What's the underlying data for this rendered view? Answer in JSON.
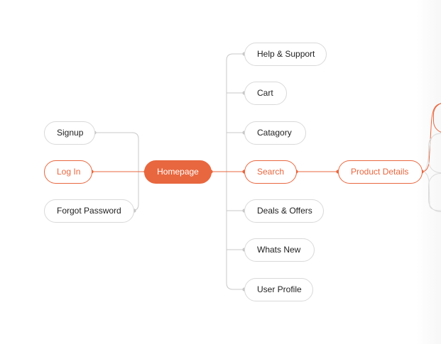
{
  "colors": {
    "accent": "#e8673f",
    "node_border": "#d9d9d9",
    "connector": "#c8c8c8",
    "text": "#1f1f1f"
  },
  "nodes": {
    "signup": "Signup",
    "login": "Log In",
    "forgot_password": "Forgot Password",
    "homepage": "Homepage",
    "help_support": "Help & Support",
    "cart": "Cart",
    "category": "Catagory",
    "search": "Search",
    "deals_offers": "Deals & Offers",
    "whats_new": "Whats New",
    "user_profile": "User Profile",
    "product_details": "Product Details"
  }
}
